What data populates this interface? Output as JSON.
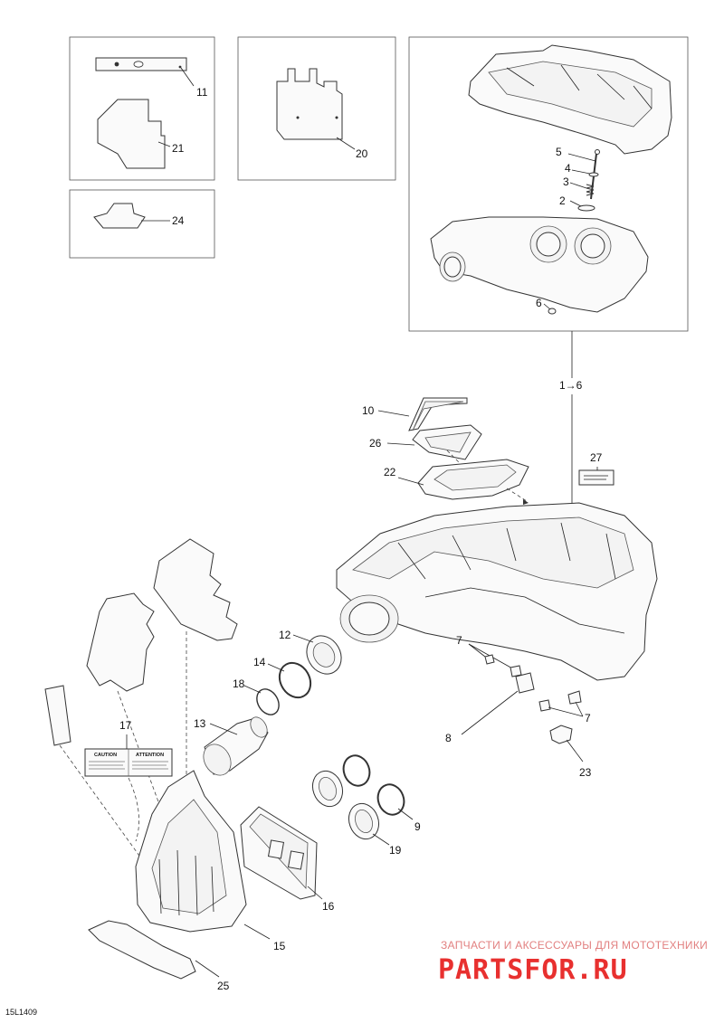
{
  "diagram_code": "15L1409",
  "callouts": {
    "c1_6": "1→6",
    "c2": "2",
    "c3": "3",
    "c4": "4",
    "c5": "5",
    "c6": "6",
    "c7a": "7",
    "c7b": "7",
    "c8": "8",
    "c9": "9",
    "c10": "10",
    "c11": "11",
    "c12": "12",
    "c13": "13",
    "c14": "14",
    "c15": "15",
    "c16": "16",
    "c17": "17",
    "c18": "18",
    "c19": "19",
    "c20": "20",
    "c21": "21",
    "c22": "22",
    "c23": "23",
    "c24": "24",
    "c25": "25",
    "c26": "26",
    "c27": "27"
  },
  "label_17": {
    "left": "CAUTION",
    "right": "ATTENTION"
  },
  "watermark": {
    "line1": "ЗАПЧАСТИ И АКСЕССУАРЫ ДЛЯ МОТОТЕХНИКИ",
    "line2": "PARTSFOR.RU"
  }
}
